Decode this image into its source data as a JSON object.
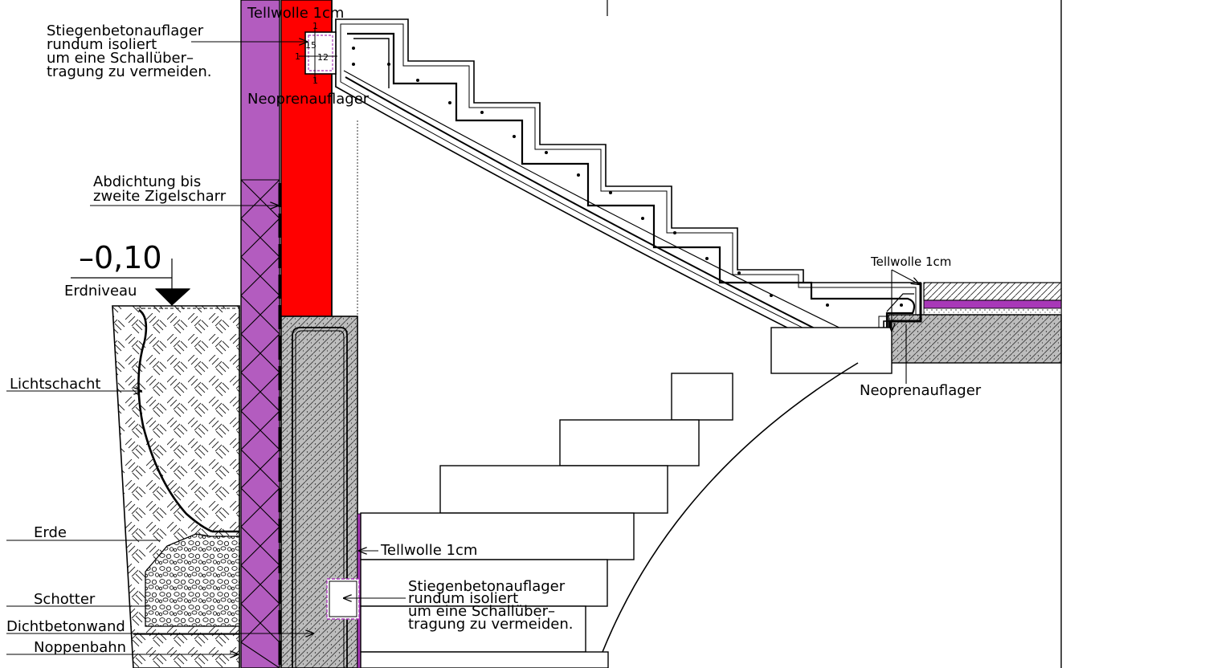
{
  "labels": {
    "top_note": [
      "Stiegenbetonauflager",
      "rundum  isoliert",
      "um  eine  Schallüber–",
      "tragung  zu  vermeiden."
    ],
    "tellwolle_top": "Tellwolle  1cm",
    "neopren_top": "Neoprenauflager",
    "abdichtung": [
      "Abdichtung  bis",
      "zweite  Zigelscharr"
    ],
    "level_value": "–0,10",
    "erdniveau": "Erdniveau",
    "lichtschacht": "Lichtschacht",
    "erde": "Erde",
    "schotter": "Schotter",
    "dichtbetonwand": "Dichtbetonwand",
    "noppenbahn": "Noppenbahn",
    "tellwolle_right": "Tellwolle  1cm",
    "neopren_right": "Neoprenauflager",
    "tellwolle_bottom": "Tellwolle  1cm",
    "bottom_note": [
      "Stiegenbetonauflager",
      "rundum  isoliert",
      "um  eine  Schallüber–",
      "tragung  zu  vermeiden."
    ],
    "dims": [
      "1",
      "1",
      "15",
      "12",
      "1"
    ]
  },
  "colors": {
    "insulation_violet": "#b35cbf",
    "brick_red": "#ff0000",
    "concrete_grey": "#bdbdbd",
    "floor_violet": "#a838b8"
  }
}
